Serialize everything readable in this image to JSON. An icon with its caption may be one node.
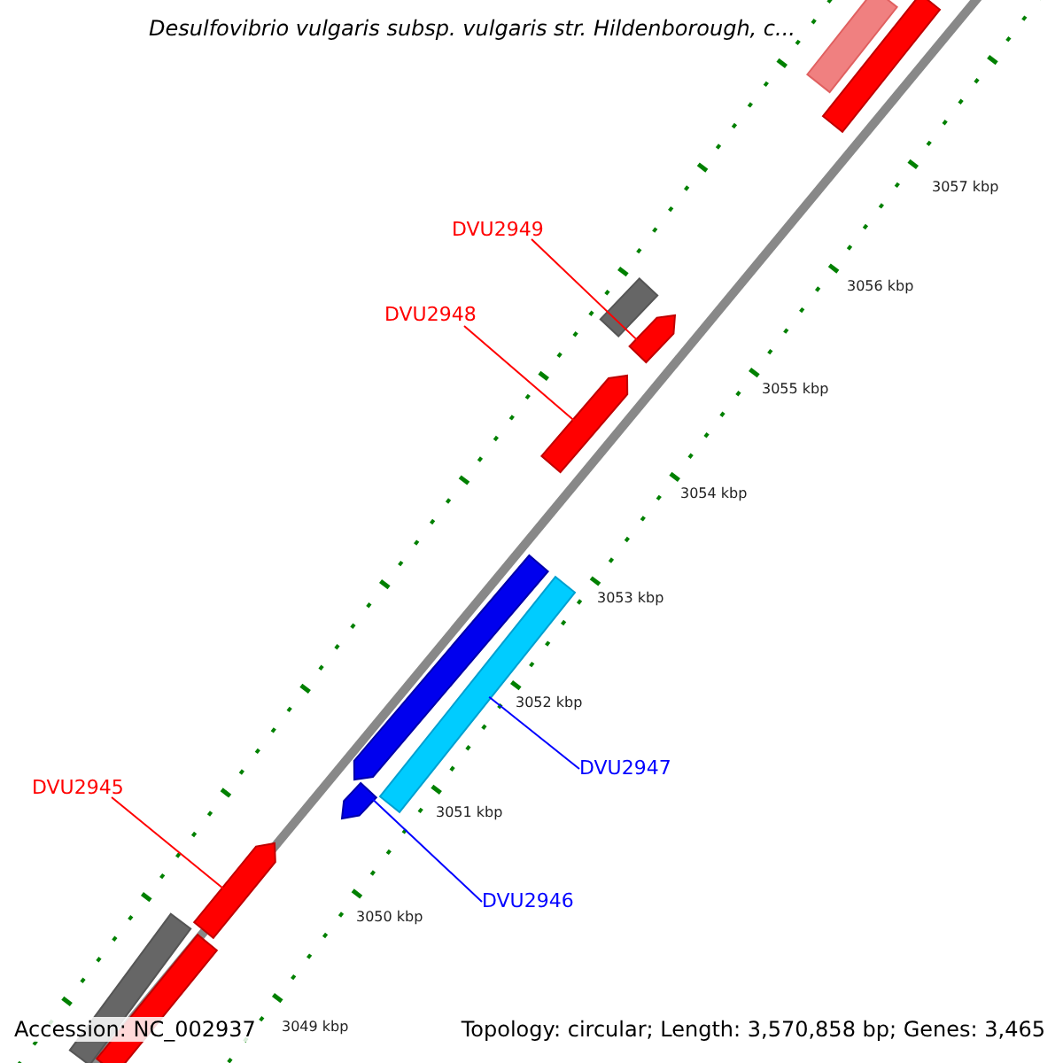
{
  "diagram": {
    "title": "Desulfovibrio vulgaris subsp. vulgaris str. Hildenborough, c...",
    "nodes": [
      {
        "text": [
          "DVU2949"
        ]
      },
      {
        "text": [],
        "shape": "arrow"
      },
      {
        "text": [
          "DVU2948"
        ]
      },
      {
        "text": [],
        "shape": "arrow"
      },
      {
        "text": [
          "DVU2947"
        ]
      },
      {
        "text": [],
        "shape": "bar"
      },
      {
        "text": [
          "DVU2946"
        ]
      },
      {
        "text": [],
        "shape": "arrow"
      },
      {
        "text": [
          "DVU2945"
        ]
      },
      {
        "text": [],
        "shape": "arrow"
      },
      {
        "text": [],
        "shape": "bar"
      },
      {
        "text": [],
        "shape": "bar"
      },
      {
        "text": [],
        "shape": "bar"
      },
      {
        "text": [],
        "shape": "arrow"
      },
      {
        "text": [],
        "shape": "bar"
      },
      {
        "text": [],
        "shape": "bar"
      }
    ],
    "edges": [
      {
        "from": 0,
        "to": 1,
        "arrow": "none",
        "color": "#ff0000"
      },
      {
        "from": 2,
        "to": 3,
        "arrow": "none",
        "color": "#ff0000"
      },
      {
        "from": 4,
        "to": 5,
        "arrow": "none",
        "color": "#0000ff"
      },
      {
        "from": 6,
        "to": 7,
        "arrow": "none",
        "color": "#0000ff"
      },
      {
        "from": 8,
        "to": 9,
        "arrow": "none",
        "color": "#ff0000"
      }
    ],
    "labels": [
      "3057 kbp",
      "3056 kbp",
      "3055 kbp",
      "3054 kbp",
      "3053 kbp",
      "3052 kbp",
      "3051 kbp",
      "3050 kbp",
      "3049 kbp",
      "Accession: NC_002937",
      "Topology: circular; Length: 3,570,858 bp; Genes: 3,465"
    ]
  }
}
